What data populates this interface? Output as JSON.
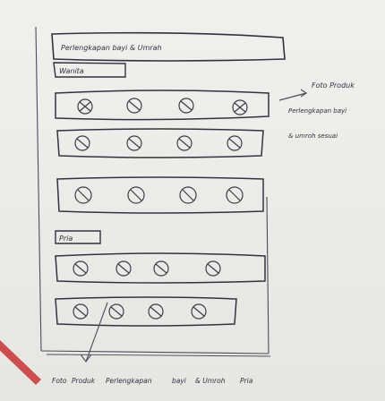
{
  "header": {
    "title": "Perlengkapan bayi & Umrah",
    "category_label": "Wanita"
  },
  "sections": [
    {
      "name": "wanita",
      "label": "Wanita",
      "rows": [
        {
          "items": [
            "foto-produk",
            "foto-produk",
            "foto-produk",
            "foto-produk"
          ]
        },
        {
          "items": [
            "foto-produk",
            "foto-produk",
            "foto-produk",
            "foto-produk"
          ]
        },
        {
          "items": [
            "foto-produk",
            "foto-produk",
            "foto-produk",
            "foto-produk"
          ]
        }
      ]
    },
    {
      "name": "pria",
      "label": "Pria",
      "rows": [
        {
          "items": [
            "foto-produk",
            "foto-produk",
            "foto-produk",
            "foto-produk"
          ]
        },
        {
          "items": [
            "foto-produk",
            "foto-produk",
            "foto-produk",
            "foto-produk"
          ]
        }
      ]
    }
  ],
  "annotations": {
    "right_note_line1": "Foto Produk",
    "right_note_line2": "Perlengkapan bayi",
    "right_note_line3": "& umroh sesuai",
    "bottom_note_word1": "Foto",
    "bottom_note_word2": "Produk",
    "bottom_note_word3": "Perlengkapan",
    "bottom_note_word4": "bayi",
    "bottom_note_word5": "& Umroh",
    "bottom_note_word6": "Pria"
  },
  "colors": {
    "paper": "#ecebe8",
    "ink": "#2f3340",
    "watermark": "#c62828"
  }
}
